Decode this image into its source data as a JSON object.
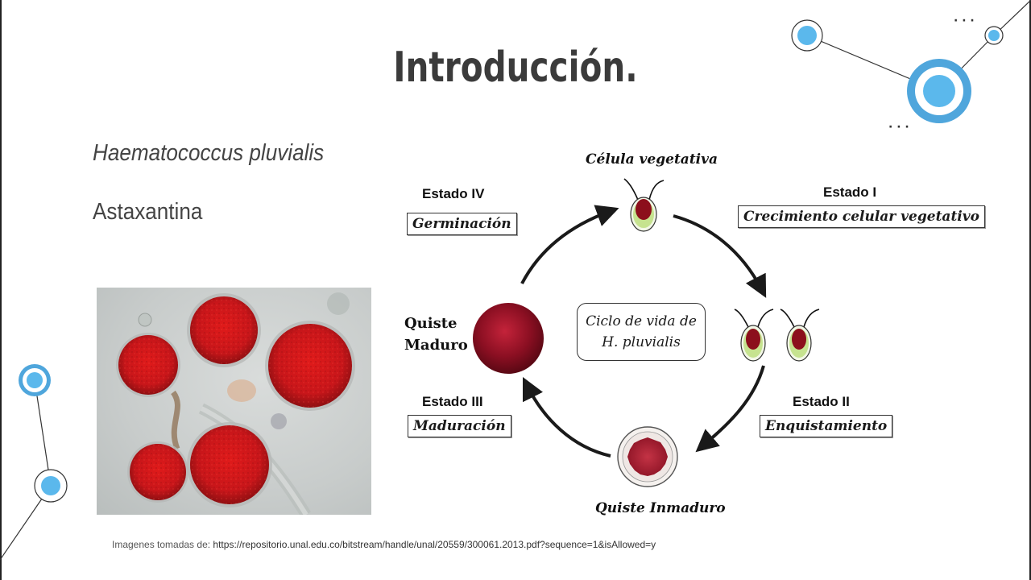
{
  "slide": {
    "title": "Introducción.",
    "species": "Haematococcus pluvialis",
    "pigment": "Astaxantina",
    "credits_prefix": "Imagenes tomadas de:",
    "credits_url": "https://repositorio.unal.edu.co/bitstream/handle/unal/20559/300061.2013.pdf?sequence=1&isAllowed=y"
  },
  "diagram": {
    "center_line1": "Ciclo de vida de",
    "center_line2": "H. pluvialis",
    "vegetative_cell": "Célula vegetativa",
    "mature_cyst_line1": "Quiste",
    "mature_cyst_line2": "Maduro",
    "immature_cyst": "Quiste Inmaduro",
    "stages": [
      {
        "label": "Estado I",
        "name": "Crecimiento celular vegetativo"
      },
      {
        "label": "Estado II",
        "name": "Enquistamiento"
      },
      {
        "label": "Estado III",
        "name": "Maduración"
      },
      {
        "label": "Estado IV",
        "name": "Germinación"
      }
    ]
  },
  "decor": {
    "accent": "#5bb8ec",
    "ring": "#4fa6dc",
    "ellipsis_top": "· · ·",
    "ellipsis_bottom": "· · ·"
  }
}
